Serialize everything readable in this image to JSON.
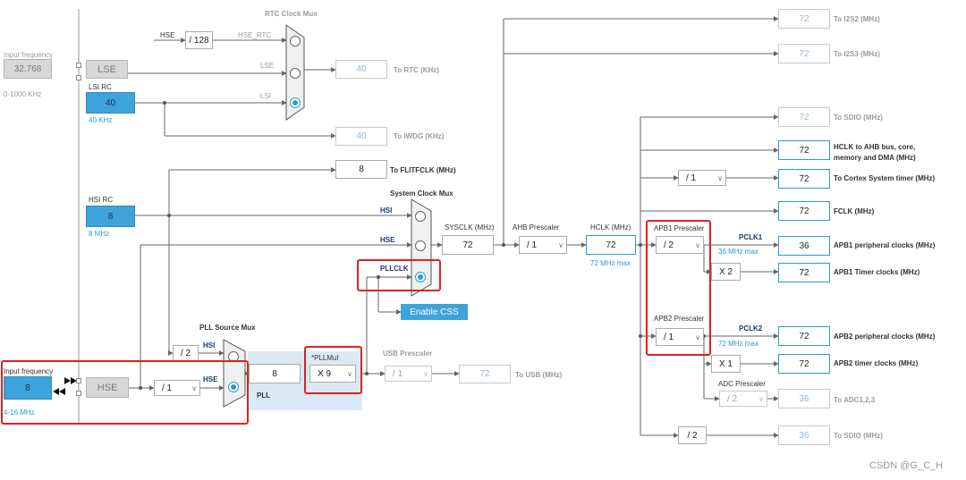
{
  "rtc": {
    "mux_title": "RTC Clock Mux",
    "hse_in": "HSE",
    "div128": "/ 128",
    "hse_rtc": "HSE_RTC",
    "lse_in": "LSE",
    "lsi_in": "LSI",
    "to_rtc_value": "40",
    "to_rtc_label": "To RTC (KHz)",
    "to_iwdg_value": "40",
    "to_iwdg_label": "To IWDG (KHz)"
  },
  "lse": {
    "input_label": "Input frequency",
    "input_value": "32.768",
    "range": "0-1000 KHz",
    "block": "LSE"
  },
  "lsi": {
    "title": "LSI RC",
    "value": "40",
    "unit": "40 KHz"
  },
  "hsi": {
    "title": "HSI RC",
    "value": "8",
    "unit": "8 MHz"
  },
  "flitf": {
    "value": "8",
    "label": "To FLITFCLK (MHz)"
  },
  "sysmux": {
    "title": "System Clock Mux",
    "hsi": "HSI",
    "hse": "HSE",
    "pllclk": "PLLCLK",
    "enable_css": "Enable CSS",
    "sysclk_label": "SYSCLK (MHz)",
    "sysclk_value": "72"
  },
  "ahb": {
    "label": "AHB Prescaler",
    "value": "/ 1"
  },
  "hclk": {
    "label": "HCLK (MHz)",
    "value": "72",
    "max": "72 MHz max"
  },
  "hse": {
    "input_label": "Input frequency",
    "input_value": "8",
    "range": "4-16 MHz",
    "block": "HSE",
    "prediv": "/ 1"
  },
  "pllsrc": {
    "title": "PLL Source Mux",
    "div2": "/ 2",
    "hsi": "HSI",
    "hse": "HSE",
    "pll_value": "8",
    "pll_label": "PLL",
    "pllmul_label": "*PLLMul",
    "pllmul_value": "X 9"
  },
  "usb": {
    "label": "USB Prescaler",
    "value": "/ 1",
    "out_value": "72",
    "out_label": "To USB (MHz)"
  },
  "outputs": {
    "i2s2_value": "72",
    "i2s2_label": "To I2S2 (MHz)",
    "i2s3_value": "72",
    "i2s3_label": "To I2S3 (MHz)",
    "sdio1_value": "72",
    "sdio1_label": "To SDIO (MHz)",
    "hclk_bus_value": "72",
    "hclk_bus_label_1": "HCLK to AHB bus, core,",
    "hclk_bus_label_2": "memory and DMA (MHz)",
    "systick_div": "/ 1",
    "systick_value": "72",
    "systick_label": "To Cortex System timer (MHz)",
    "fclk_value": "72",
    "fclk_label": "FCLK (MHz)",
    "sdio2_div": "/ 2",
    "sdio2_value": "36",
    "sdio2_label": "To SDIO (MHz)"
  },
  "apb1": {
    "label": "APB1 Prescaler",
    "value": "/ 2",
    "pclk_label": "PCLK1",
    "pclk_max": "36 MHz max",
    "periph_value": "36",
    "periph_label": "APB1 peripheral clocks (MHz)",
    "timer_mul": "X 2",
    "timer_value": "72",
    "timer_label": "APB1 Timer clocks (MHz)"
  },
  "apb2": {
    "label": "APB2 Prescaler",
    "value": "/ 1",
    "pclk_label": "PCLK2",
    "pclk_max": "72 MHz max",
    "periph_value": "72",
    "periph_label": "APB2 peripheral clocks (MHz)",
    "timer_mul": "X 1",
    "timer_value": "72",
    "timer_label": "APB2 timer clocks (MHz)"
  },
  "adc": {
    "label": "ADC Prescaler",
    "value": "/ 2",
    "out_value": "36",
    "out_label": "To ADC1,2,3"
  },
  "watermark": "CSDN @G_C_H",
  "colors": {
    "accent_blue": "#3ea3db",
    "highlight_red": "#e02020",
    "pll_bg": "#dbe9f5"
  }
}
